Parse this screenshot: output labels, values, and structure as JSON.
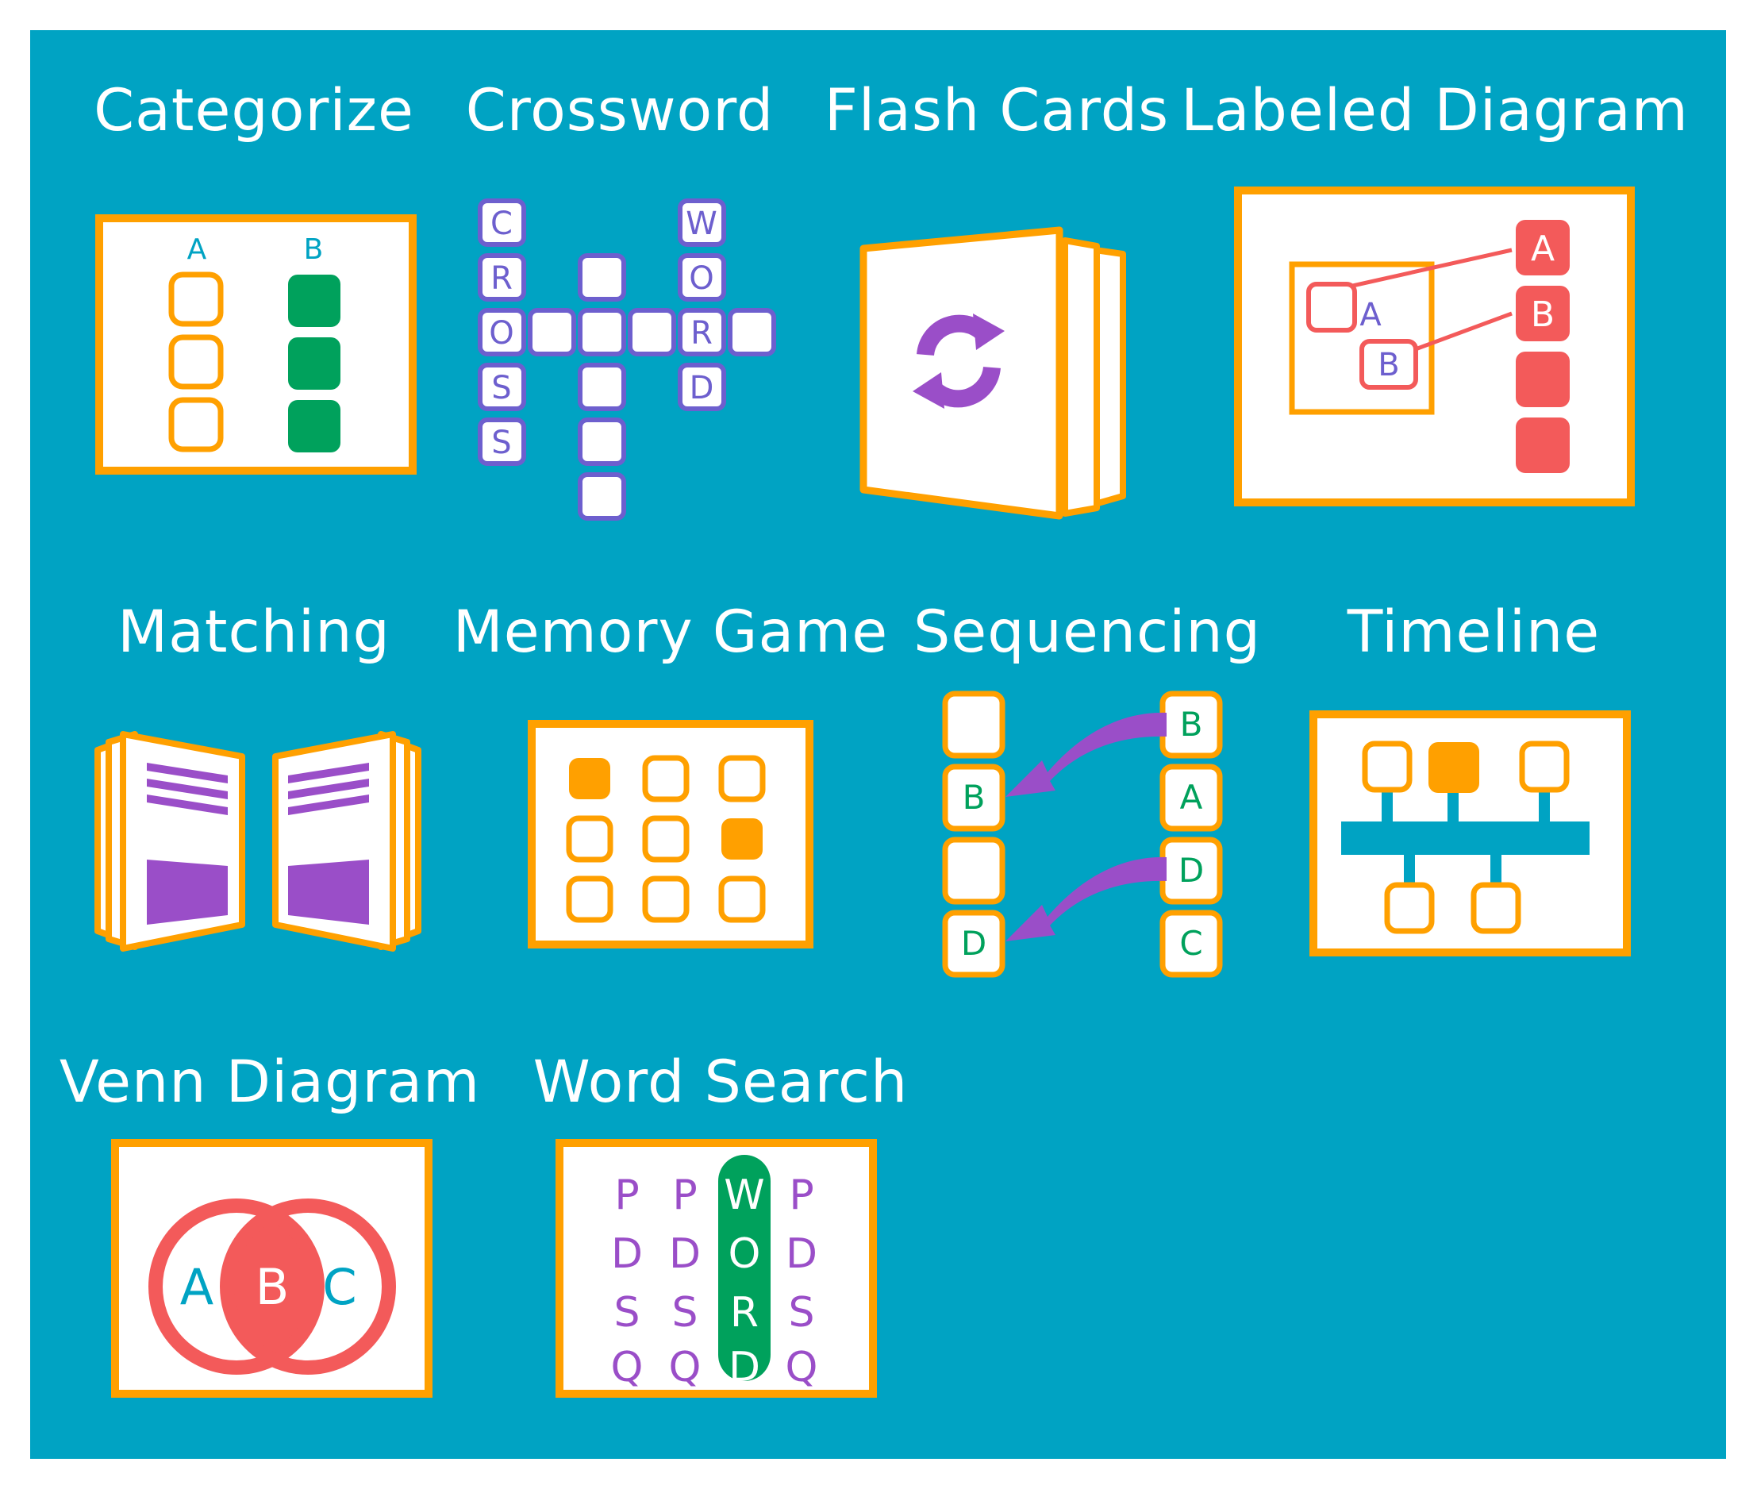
{
  "colors": {
    "background": "#00a3c3",
    "card_border": "#ffa000",
    "green": "#00a15c",
    "purple": "#9a4ec8",
    "coral": "#f35a5a",
    "crossword_border": "#6d5fce",
    "teal_text": "#00a3c3"
  },
  "activities": [
    {
      "label": "Categorize",
      "icon": "categorize-icon",
      "columns": [
        "A",
        "B"
      ]
    },
    {
      "label": "Crossword",
      "icon": "crossword-icon",
      "down_word_1": [
        "C",
        "R",
        "O",
        "S",
        "S"
      ],
      "down_word_2": [
        "W",
        "O",
        "R",
        "D"
      ]
    },
    {
      "label": "Flash Cards",
      "icon": "flip-cards-icon"
    },
    {
      "label": "Labeled Diagram",
      "icon": "labeled-diagram-icon",
      "tags": [
        "A",
        "B"
      ],
      "inner_tags": [
        "A",
        "B"
      ]
    },
    {
      "label": "Matching",
      "icon": "open-books-icon"
    },
    {
      "label": "Memory Game",
      "icon": "memory-grid-icon"
    },
    {
      "label": "Sequencing",
      "icon": "sequencing-icon",
      "left_tiles": [
        "",
        "B",
        "",
        "D"
      ],
      "right_tiles": [
        "B",
        "A",
        "D",
        "C"
      ]
    },
    {
      "label": "Timeline",
      "icon": "timeline-icon"
    },
    {
      "label": "Venn Diagram",
      "icon": "venn-diagram-icon",
      "regions": [
        "A",
        "B",
        "C"
      ]
    },
    {
      "label": "Word Search",
      "icon": "word-search-icon",
      "rows": [
        [
          "P",
          "P",
          "W",
          "P"
        ],
        [
          "D",
          "D",
          "O",
          "D"
        ],
        [
          "S",
          "S",
          "R",
          "S"
        ],
        [
          "Q",
          "Q",
          "D",
          "Q"
        ]
      ]
    }
  ]
}
